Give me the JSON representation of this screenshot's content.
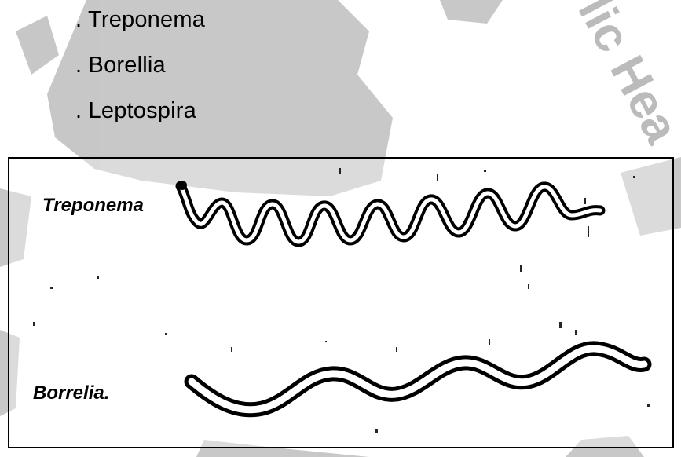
{
  "list": {
    "items": [
      {
        "bullet": ".",
        "label": "Treponema"
      },
      {
        "bullet": ".",
        "label": "Borellia"
      },
      {
        "bullet": ".",
        "label": "Leptospira"
      }
    ]
  },
  "figure": {
    "labels": {
      "treponema": "Treponema",
      "borrelia": "Borrelia."
    }
  },
  "colors": {
    "ink": "#000000",
    "watermark": "#9a9a9a",
    "background": "#ffffff"
  }
}
